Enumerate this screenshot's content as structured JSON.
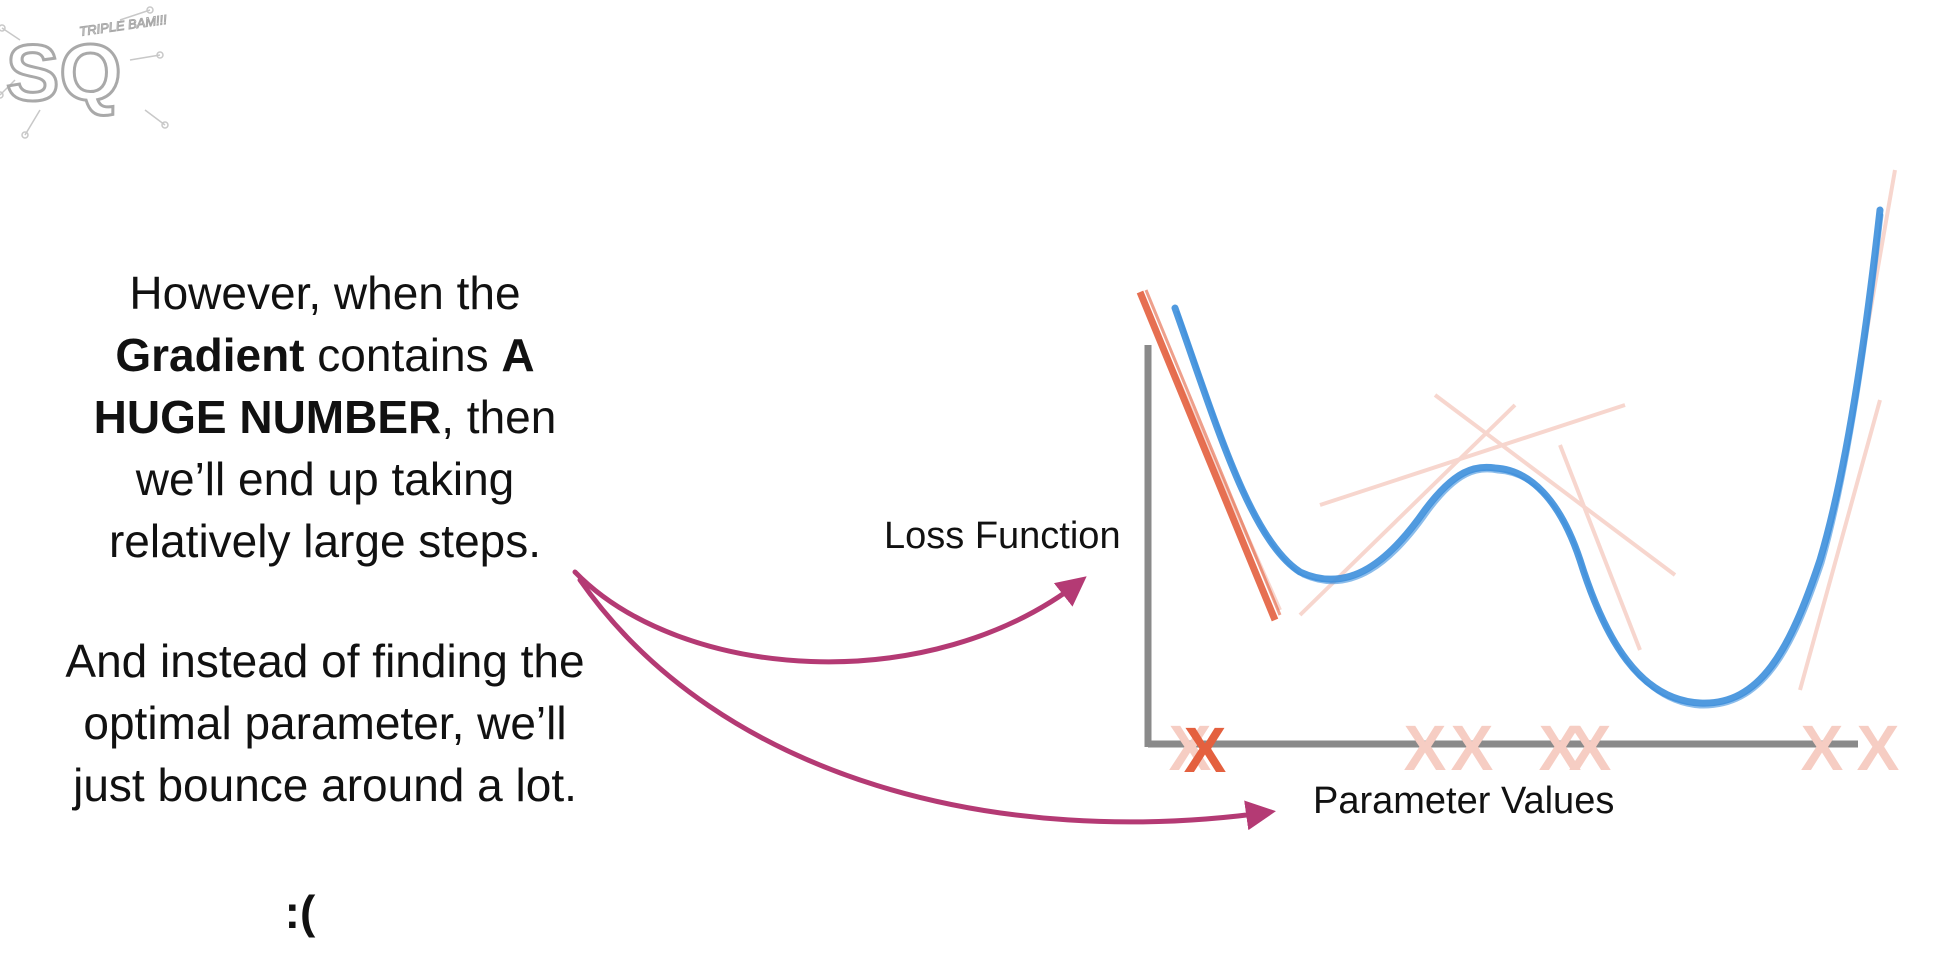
{
  "logo": {
    "icon": "statquest-logo-icon",
    "text": "SQ",
    "badge": "TRIPLE BAM!!!"
  },
  "text_block": {
    "para1": {
      "line1": "However, when the",
      "bold1": "Gradient",
      "mid1": " contains ",
      "bold2": "A HUGE NUMBER",
      "rest": ", then we’ll end up taking relatively large steps."
    },
    "para2": "And instead of finding the optimal parameter, we’ll just bounce around a lot.",
    "emoticon": ":("
  },
  "diagram": {
    "y_axis_label": "Loss Function",
    "x_axis_label": "Parameter Values",
    "marker_symbol": "X",
    "colors": {
      "axis": "#8a8a8a",
      "curve": "#3d8fdc",
      "active_marker": "#e4603f",
      "faded_marker": "#f6cdc3",
      "arrow": "#b43a74"
    }
  }
}
